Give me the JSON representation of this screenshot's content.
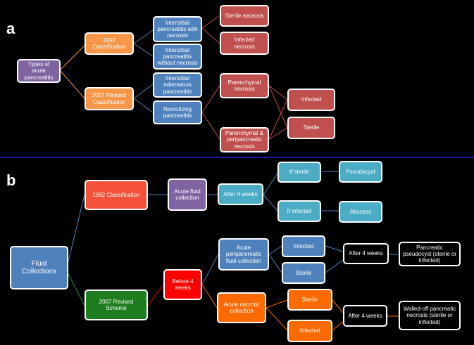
{
  "panel_a": {
    "letter": "a",
    "root": "Types of acute pancreatitis",
    "class_1992": "1992 Classification",
    "class_2007": "2007 Revised Classification",
    "interstitial_with_necrosis": "Interstitial pancreatitis with necrosis",
    "interstitial_without_necrosis": "Interstitial pancreatitis without necrosis",
    "interstitial_edematous": "Interstitial edematous pancreatitis",
    "necrotizing": "Necrotizing pancreatitis",
    "sterile_necrosis": "Sterile necrosis",
    "infected_necrosis": "Infected necrosis",
    "parenchymal_necrosis": "Parenchymal necrosis",
    "parenchymal_peripancreatic": "Parenchymal & peripancreatic necrosis",
    "infected": "Infected",
    "sterile": "Sterile"
  },
  "panel_b": {
    "letter": "b",
    "root": "Fluid Collections",
    "class_1992": "1992 Classification",
    "scheme_2007": "2007 Revised Scheme",
    "acute_fluid": "Acute fluid collection",
    "after_4_weeks_1": "After 4 weeks",
    "if_sterile": "If sterile",
    "if_infected": "If infected",
    "pseudocyst": "Pseudocyst",
    "abscess": "Abscess",
    "before_4_weeks": "Before 4 weeks",
    "acute_peripancreatic": "Acute peripancreatic fluid collection",
    "acute_necrotic": "Acute necrotic collection",
    "infected_1": "Infected",
    "sterile_1": "Sterile",
    "sterile_2": "Sterile",
    "infected_2": "Infected",
    "after_4_weeks_2": "After 4 weeks",
    "after_4_weeks_3": "After 4 weeks",
    "pancreatic_pseudocyst": "Pancreatic pseudocyst (sterile or infected)",
    "walled_off": "Walled-off pancreatic necrosis (sterile or infected)"
  }
}
